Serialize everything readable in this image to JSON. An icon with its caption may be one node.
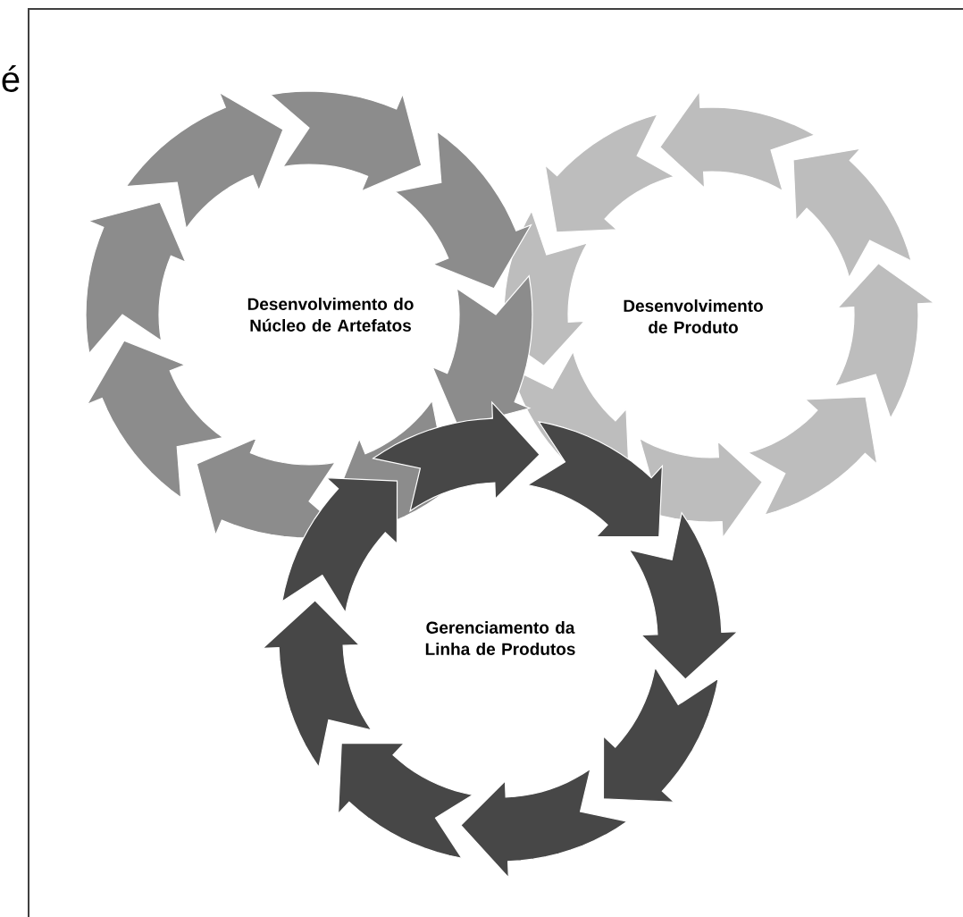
{
  "diagram": {
    "nodes": [
      {
        "text": [
          "Desenvolvimento do Núcleo de Artefatos"
        ]
      },
      {
        "text": [
          "Desenvolvimento de Produto"
        ]
      },
      {
        "text": [
          "Gerenciamento da Linha de Produtos"
        ]
      }
    ],
    "labels": [
      "é"
    ]
  }
}
